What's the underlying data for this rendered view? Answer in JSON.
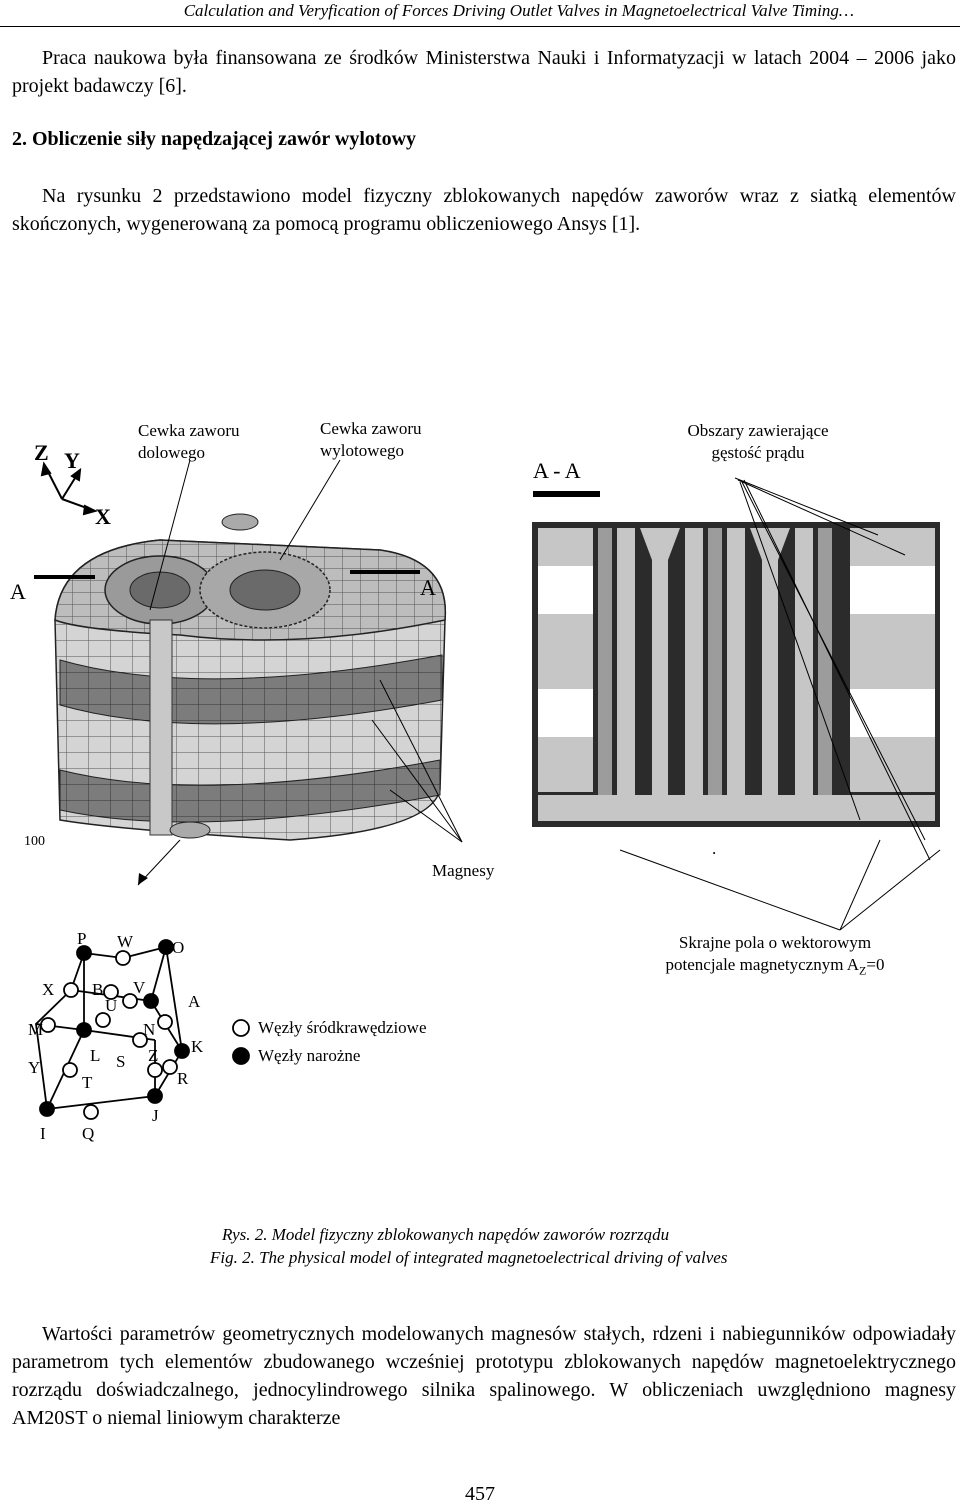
{
  "header": {
    "running_title": "Calculation and Veryfication of Forces Driving Outlet Valves in Magnetoelectrical Valve Timing…"
  },
  "intro_paragraph": "Praca naukowa była finansowana ze środków Ministerstwa Nauki i Informatyzacji w latach 2004 – 2006 jako projekt badawczy [6].",
  "section": {
    "heading": "2. Obliczenie siły napędzającej zawór wylotowy",
    "paragraph": "Na rysunku 2 przedstawiono model fizyczny zblokowanych napędów zaworów wraz z siatką elementów skończonych, wygenerowaną za pomocą programu obliczeniowego Ansys [1]."
  },
  "figure": {
    "axes": {
      "z": "Z",
      "y": "Y",
      "x": "X"
    },
    "label_coil_inlet": [
      "Cewka zaworu",
      "dolowego"
    ],
    "label_coil_outlet": [
      "Cewka zaworu",
      "wylotowego"
    ],
    "label_section": "A - A",
    "label_current": [
      "Obszary zawierające",
      "gęstość prądu"
    ],
    "cut_left": "A",
    "cut_right": "A",
    "label_100": "100",
    "label_magnets": "Magnesy",
    "label_dot": ".",
    "label_boundary": [
      "Skrajne pola o wektorowym",
      "potencjale magnetycznym A"
    ],
    "label_boundary_sub": "Z",
    "label_boundary_tail": "=0",
    "legend_mid": "Węzły śródkrawędziowe",
    "legend_corner": "Węzły narożne",
    "element_nodes": [
      "P",
      "W",
      "O",
      "X",
      "B",
      "V",
      "U",
      "A",
      "M",
      "N",
      "K",
      "L",
      "S",
      "Z",
      "Y",
      "R",
      "T",
      "J",
      "I",
      "Q"
    ]
  },
  "captions": {
    "pl": "Rys. 2. Model fizyczny zblokowanych napędów zaworów rozrządu",
    "en": "Fig. 2. The physical model of integrated magnetoelectrical driving of valves"
  },
  "closing_paragraph": "Wartości parametrów geometrycznych modelowanych magnesów stałych, rdzeni i nabiegunników odpowiadały parametrom tych elementów zbudowanego wcześniej prototypu zblokowanych napędów magnetoelektrycznego rozrządu doświadczalnego, jednocylindrowego silnika spalinowego. W obliczeniach uwzględniono magnesy AM20ST o niemal liniowym charakterze",
  "page_number": "457"
}
